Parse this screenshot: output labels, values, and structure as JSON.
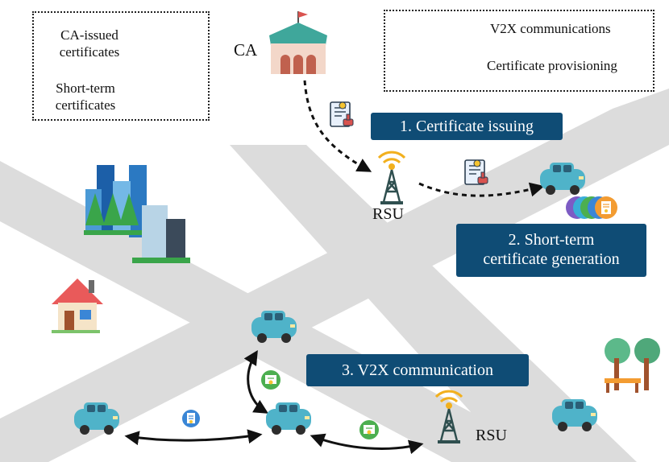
{
  "legend_left": {
    "ca_issued_label": "CA-issued\ncertificates",
    "short_term_label": "Short-term\ncertificates",
    "ca_issued_icon": "certificate-document-icon",
    "short_term_icon": "certificate-stack-icon"
  },
  "legend_right": {
    "v2x_label": "V2X communications",
    "provisioning_label": "Certificate provisioning"
  },
  "nodes": {
    "ca_label": "CA",
    "rsu_top_label": "RSU",
    "rsu_bottom_label": "RSU"
  },
  "steps": {
    "step1": "1. Certificate issuing",
    "step2": "2. Short-term\ncertificate generation",
    "step3": "3. V2X communication"
  },
  "colors": {
    "step_box": "#0f4c75",
    "road": "#dcdcdc",
    "car": "#4fb3c9",
    "ca_roof": "#3fa79b",
    "antenna": "#2f4f4f",
    "signal": "#f2b01e"
  }
}
